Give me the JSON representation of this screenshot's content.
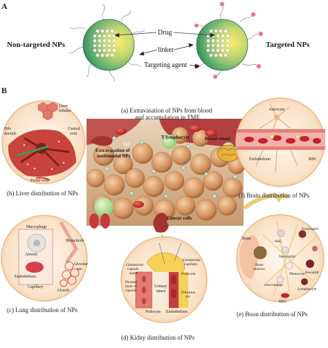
{
  "panel_a": {
    "letter": "A",
    "left_label": "Non-targeted NPs",
    "right_label": "Targeted NPs",
    "drug_label": "Drug",
    "linker_label": "linker",
    "targeting_label": "Targeting agent"
  },
  "panel_b": {
    "letter": "B",
    "center_caption_line1": "(a) Extravasation of NPs from blood",
    "center_caption_line2": "and accumulation in TME",
    "center_labels": {
      "np": "NP",
      "extravasation_line1": "Extravasation of",
      "extravasation_line2": "multimodal NPs",
      "t_lymphocyte": "T lymphocyte",
      "blood_vessel": "Blood vessel",
      "cancer_cells": "Cancer cells"
    },
    "liver": {
      "caption": "(b) Liver distribution of NPs",
      "lobules_line1": "Liver",
      "lobules_line2": "lobules",
      "bile_line1": "Bile",
      "bile_line2": "ductule",
      "central_line1": "Central",
      "central_line2": "vein",
      "portal": "Portal vein"
    },
    "brain": {
      "caption": "(f) Brain distribution of NPs",
      "astrocyte": "Astrocyte",
      "endothelium": "Endothelium",
      "rbc": "RBC"
    },
    "lung": {
      "caption": "(c) Lung distribution of NPs",
      "macrophage": "Macrophage",
      "alveoli_top": "Alveoli",
      "bronchiole": "Bronchiole",
      "endothelium": "Endothelium",
      "alveolar_line1": "Alveolar",
      "alveolar_line2": "sac",
      "capillary": "Capillary",
      "alveoli_bottom": "Alveoli"
    },
    "kidney": {
      "caption": "(d) Kidny distribution of NPs",
      "glom_capsule_line1": "Glomerular",
      "glom_capsule_line2": "capsule",
      "glom_capsule_line3": "space",
      "glom_cap_line1": "Glomerular",
      "glom_cap_line2": "capillary",
      "podocyte_right": "Podocyte",
      "parietal_line1": "Parietal",
      "parietal_line2": "layer of",
      "parietal_line3": "capsule",
      "urinary_line1": "Urinary",
      "urinary_line2": "space",
      "filtration_line1": "Filtration",
      "filtration_line2": "slit",
      "podocyte_bottom": "Podocyte",
      "endothelium": "Endothelium"
    },
    "bone": {
      "caption": "(e) Boon distribution of NPs",
      "bone": "Bone",
      "marrow_line1": "Bone",
      "marrow_line2": "marrow",
      "hsc": "HSC",
      "eosinophil": "Eosinophil",
      "neutrophil": "Neutrophil",
      "basophil": "Basophil",
      "monocyte": "Monocyte",
      "macrophage": "macrophage",
      "lymphocyte": "Lymphocyte",
      "rbc": "RBC"
    }
  },
  "colors": {
    "np_green": "#2f8f5a",
    "np_yellow": "#f3e35a",
    "ligand_red": "#e8788a",
    "panel_peach": "#fbe3cc",
    "blood_red": "#c8282f",
    "cell_tan": "#d29a68"
  }
}
